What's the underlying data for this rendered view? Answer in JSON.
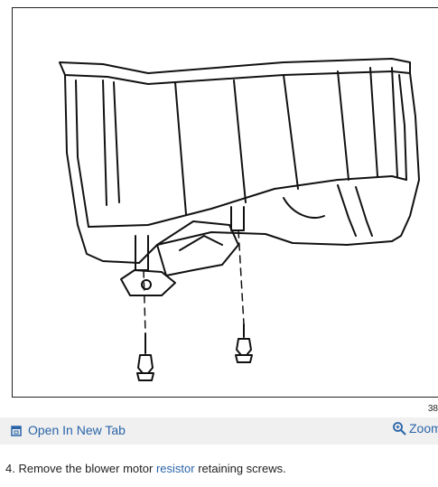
{
  "figure": {
    "id_label": "38",
    "icons": {
      "open": "open-in-new-tab-icon",
      "zoom": "zoom-icon"
    }
  },
  "toolbar": {
    "open_label": "Open In New Tab",
    "zoom_label": "Zoom"
  },
  "step": {
    "number": "4.",
    "text_before": "Remove the blower motor",
    "link_text": "resistor",
    "text_after": "retaining screws."
  },
  "colors": {
    "link": "#2a64a8",
    "toolbar_bg": "#f0f0f0"
  }
}
